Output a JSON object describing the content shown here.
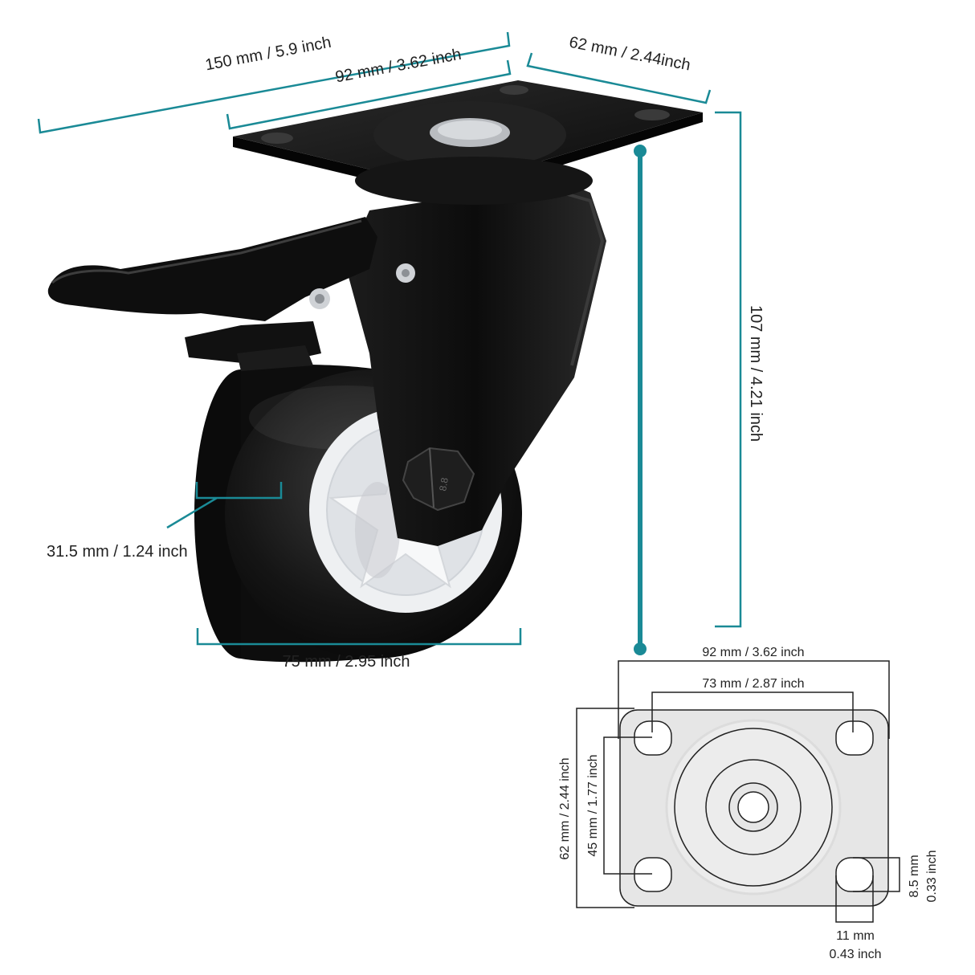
{
  "colors": {
    "accent": "#1a8a96",
    "caster_body": "#121212",
    "wheel_hub": "#eef0f2",
    "plate_gray": "#e6e6e6",
    "text": "#222222"
  },
  "caster_dims": {
    "overall_length": "150 mm / 5.9 inch",
    "plate_length": "92 mm / 3.62 inch",
    "plate_width": "62 mm / 2.44inch",
    "total_height": "107 mm / 4.21 inch",
    "wheel_width": "31.5 mm / 1.24 inch",
    "wheel_diameter": "75 mm / 2.95 inch"
  },
  "plate_dims": {
    "plate_length": "92 mm / 3.62 inch",
    "hole_spacing_length": "73 mm / 2.87 inch",
    "plate_width": "62 mm / 2.44 inch",
    "hole_spacing_width": "45 mm / 1.77 inch",
    "slot_height_mm": "8.5 mm",
    "slot_height_inch": "0.33 inch",
    "slot_width_mm": "11 mm",
    "slot_width_inch": "0.43 inch"
  },
  "product": {
    "axle_marking": "8.8"
  }
}
